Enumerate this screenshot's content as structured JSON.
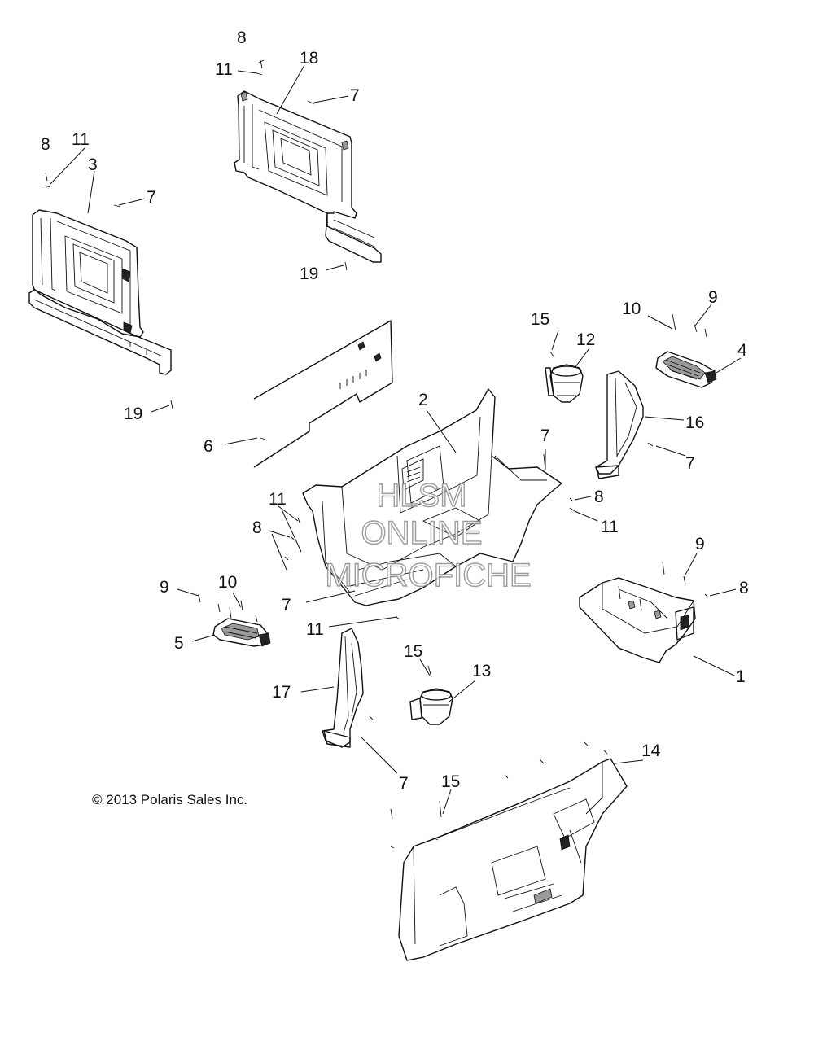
{
  "copyright": "© 2013 Polaris Sales Inc.",
  "watermark": {
    "lines": [
      "HLSM",
      "ONLINE",
      "MICROFICHE"
    ],
    "color": "#8c8c8c"
  },
  "callouts": [
    {
      "label": "8"
    },
    {
      "label": "11"
    },
    {
      "label": "18"
    },
    {
      "label": "7"
    },
    {
      "label": "8"
    },
    {
      "label": "11"
    },
    {
      "label": "3"
    },
    {
      "label": "7"
    },
    {
      "label": "19"
    },
    {
      "label": "19"
    },
    {
      "label": "6"
    },
    {
      "label": "15"
    },
    {
      "label": "12"
    },
    {
      "label": "10"
    },
    {
      "label": "9"
    },
    {
      "label": "4"
    },
    {
      "label": "2"
    },
    {
      "label": "16"
    },
    {
      "label": "7"
    },
    {
      "label": "7"
    },
    {
      "label": "8"
    },
    {
      "label": "11"
    },
    {
      "label": "11"
    },
    {
      "label": "8"
    },
    {
      "label": "7"
    },
    {
      "label": "9"
    },
    {
      "label": "8"
    },
    {
      "label": "1"
    },
    {
      "label": "9"
    },
    {
      "label": "10"
    },
    {
      "label": "5"
    },
    {
      "label": "11"
    },
    {
      "label": "15"
    },
    {
      "label": "13"
    },
    {
      "label": "17"
    },
    {
      "label": "7"
    },
    {
      "label": "14"
    },
    {
      "label": "15"
    }
  ]
}
